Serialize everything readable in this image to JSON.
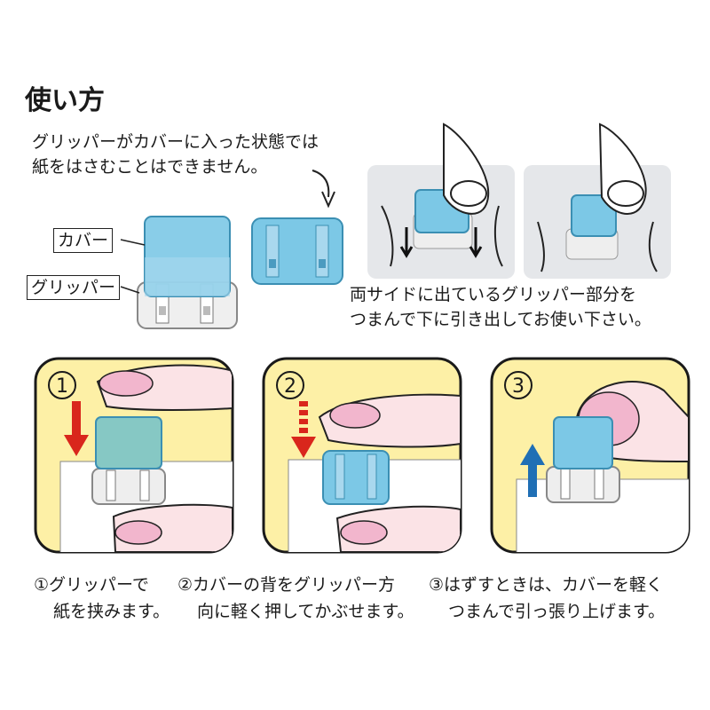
{
  "title": "使い方",
  "note_cover": {
    "line1": "グリッパーがカバーに入った状態では",
    "line2": "紙をはさむことはできません。"
  },
  "labels": {
    "cover": "カバー",
    "gripper": "グリッパー"
  },
  "note_pull": {
    "line1": "両サイドに出ているグリッパー部分を",
    "line2": "つまんで下に引き出してお使い下さい。"
  },
  "steps": [
    {
      "number": "①",
      "line1": "①グリッパーで",
      "line2": "紙を挟みます。"
    },
    {
      "number": "②",
      "line1": "②カバーの背をグリッパー方",
      "line2": "向に軽く押してかぶせます。"
    },
    {
      "number": "③",
      "line1": "③はずすときは、カバーを軽く",
      "line2": "つまんで引っ張り上げます。"
    }
  ],
  "colors": {
    "cover_blue": "#7cc8e6",
    "panel_yellow": "#fdf0a6",
    "arrow_red": "#d9261c",
    "arrow_blue": "#1f6fb5",
    "finger_pink": "#f2b6cd",
    "skin": "#fbe3e6"
  }
}
